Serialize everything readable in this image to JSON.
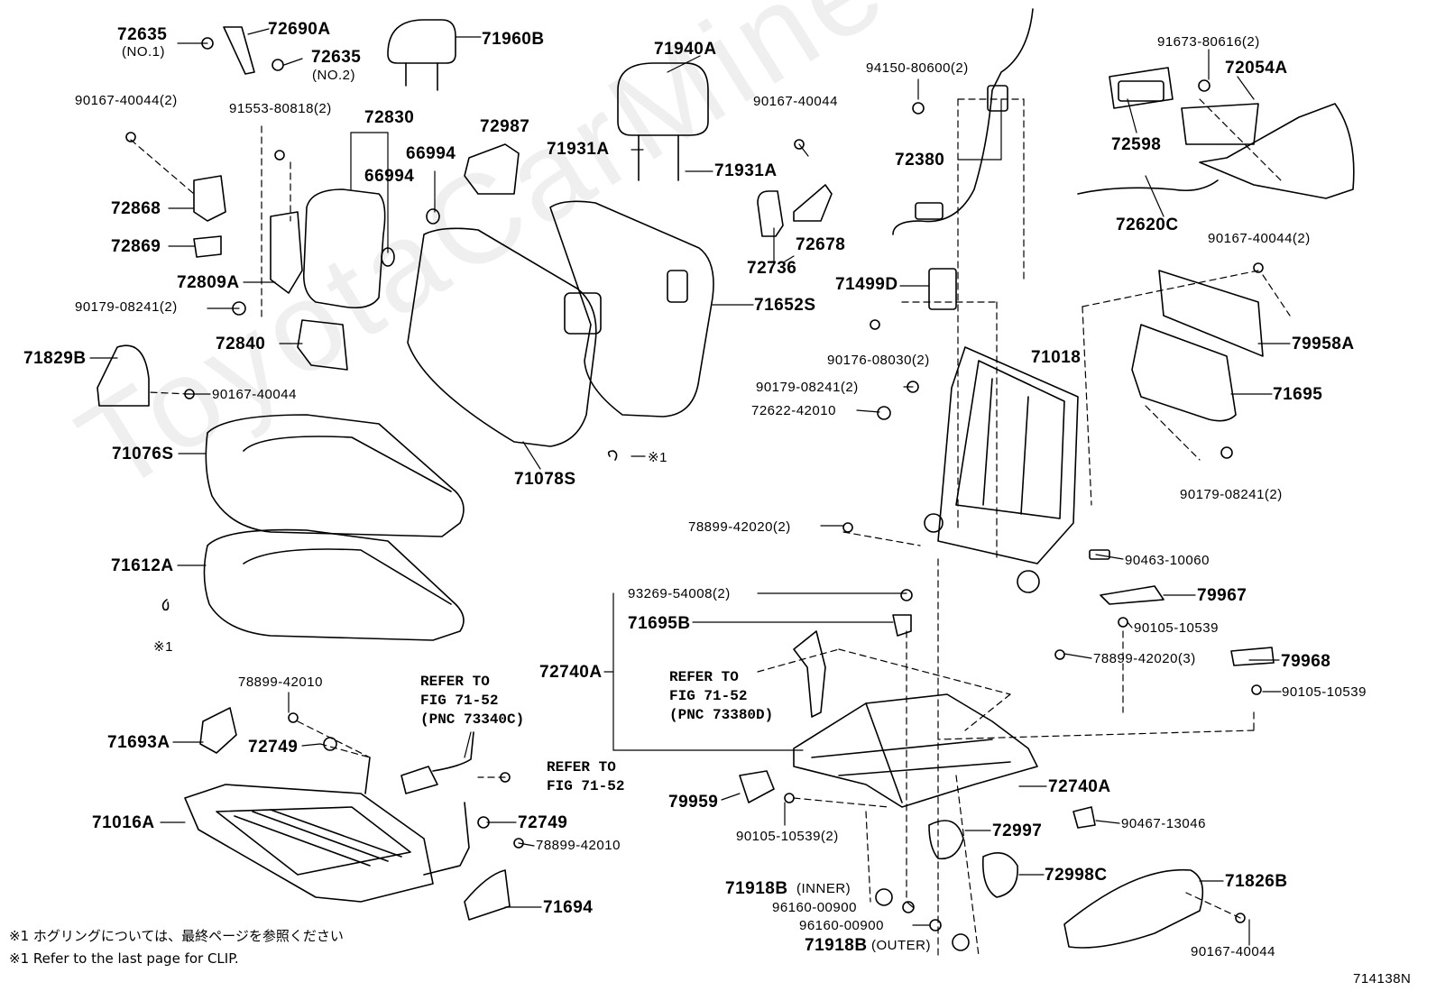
{
  "watermark": "ToyotaCarMine",
  "diagram_code": "714138N",
  "notes": [
    "※1  ホグリングについては、最終ページを参照ください",
    "※1  Refer to the last page for CLIP."
  ],
  "clip_marker": "※1",
  "refs": {
    "r1": "REFER TO\nFIG 71-52\n(PNC 73340C)",
    "r2": "REFER TO\nFIG 71-52\n(PNC 73380D)",
    "r3": "REFER TO\nFIG 71-52"
  },
  "parts": {
    "p72635a": "72635",
    "p72635a_sub": "(NO.1)",
    "p72690a": "72690A",
    "p72635b": "72635",
    "p72635b_sub": "(NO.2)",
    "p71960b": "71960B",
    "p71940a": "71940A",
    "p94150": "94150-80600(2)",
    "p91673": "91673-80616(2)",
    "p72054a": "72054A",
    "p90167_40044_2a": "90167-40044(2)",
    "p91553": "91553-80818(2)",
    "p72830": "72830",
    "p66994a": "66994",
    "p66994b": "66994",
    "p72987": "72987",
    "p71931a_1": "71931A",
    "p71931a_2": "71931A",
    "p90167_40044_mid": "90167-40044",
    "p72380": "72380",
    "p72598": "72598",
    "p72620c": "72620C",
    "p72868": "72868",
    "p72869": "72869",
    "p72809a": "72809A",
    "p90179_left": "90179-08241(2)",
    "p72678": "72678",
    "p72736": "72736",
    "p90167_40044_2r": "90167-40044(2)",
    "p71499d": "71499D",
    "p71652s": "71652S",
    "p72840": "72840",
    "p79958a": "79958A",
    "p90176": "90176-08030(2)",
    "p71018": "71018",
    "p71829b": "71829B",
    "p90167_40044_l": "90167-40044",
    "p71695": "71695",
    "p90179_mid": "90179-08241(2)",
    "p72622": "72622-42010",
    "p71076s": "71076S",
    "p71078s": "71078S",
    "p90179_right": "90179-08241(2)",
    "p78899_42020_2": "78899-42020(2)",
    "p90463": "90463-10060",
    "p71612a": "71612A",
    "p93269": "93269-54008(2)",
    "p79967": "79967",
    "p71695b": "71695B",
    "p90105_a": "90105-10539",
    "p72740a_l": "72740A",
    "p78899_42020_3": "78899-42020(3)",
    "p79968": "79968",
    "p78899_42010_t": "78899-42010",
    "p90105_b": "90105-10539",
    "p71693a": "71693A",
    "p72749_a": "72749",
    "p79959": "79959",
    "p72740a_r": "72740A",
    "p71016a": "71016A",
    "p72749_b": "72749",
    "p90105_2": "90105-10539(2)",
    "p72997": "72997",
    "p90467": "90467-13046",
    "p78899_42010_b": "78899-42010",
    "p72998c": "72998C",
    "p71918b_in": "71918B",
    "p71918b_in_sub": "(INNER)",
    "p71826b": "71826B",
    "p96160_a": "96160-00900",
    "p71694": "71694",
    "p96160_b": "96160-00900",
    "p71918b_out": "71918B",
    "p71918b_out_sub": "(OUTER)",
    "p90167_40044_br": "90167-40044"
  }
}
